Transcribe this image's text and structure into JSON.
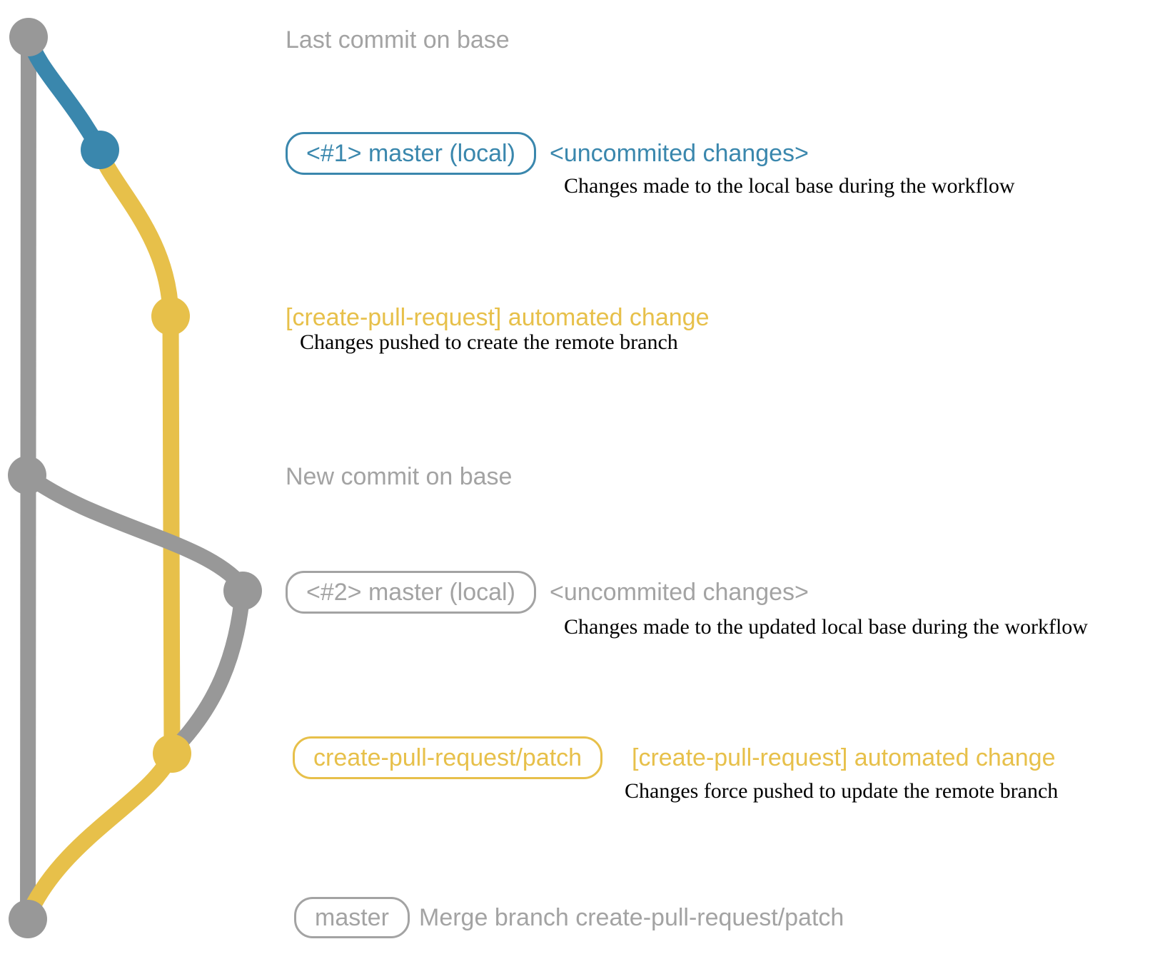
{
  "colors": {
    "branch_base_gray": "#989898",
    "label_gray": "#a3a3a3",
    "branch_local_blue": "#3a87ad",
    "branch_patch_yellow": "#e7c04a",
    "note_black": "#000000"
  },
  "captions": {
    "last_commit": "Last commit on base",
    "new_commit": "New commit on base"
  },
  "rows": {
    "local1": {
      "badge": "<#1> master (local)",
      "message": "<uncommited changes>",
      "note": "Changes made to the local base during the workflow"
    },
    "push1": {
      "message": "[create-pull-request] automated change",
      "note": "Changes pushed to create the remote branch"
    },
    "local2": {
      "badge": "<#2> master (local)",
      "message": "<uncommited changes>",
      "note": "Changes made to the updated local base during the workflow"
    },
    "push2": {
      "badge": "create-pull-request/patch",
      "message": "[create-pull-request] automated change",
      "note": "Changes force pushed to update the remote branch"
    },
    "merge": {
      "badge": "master",
      "message": "Merge branch create-pull-request/patch"
    }
  },
  "graph": {
    "commits": [
      {
        "id": "base-tip",
        "branch": "base",
        "color": "#989898"
      },
      {
        "id": "local-1",
        "branch": "master-local-1",
        "color": "#3a87ad"
      },
      {
        "id": "patch-1",
        "branch": "patch",
        "color": "#e7c04a"
      },
      {
        "id": "base-new",
        "branch": "base",
        "color": "#989898"
      },
      {
        "id": "local-2",
        "branch": "master-local-2",
        "color": "#989898"
      },
      {
        "id": "patch-2",
        "branch": "patch",
        "color": "#e7c04a"
      },
      {
        "id": "merge",
        "branch": "base",
        "color": "#989898"
      }
    ]
  }
}
